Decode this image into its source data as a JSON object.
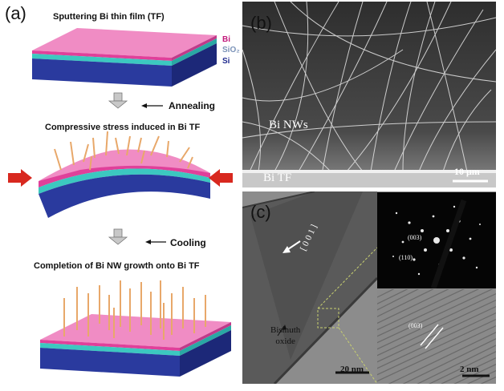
{
  "panel_a": {
    "label": "(a)",
    "step1_title": "Sputtering Bi thin film (TF)",
    "step2_title": "Compressive stress induced  in Bi TF",
    "step3_title": "Completion of Bi NW growth onto Bi TF",
    "layers": {
      "bi": "Bi",
      "sio2": "SiO₂",
      "si": "Si"
    },
    "annealing": "Annealing",
    "cooling": "Cooling",
    "colors": {
      "bi": "#e96bb0",
      "sio2": "#3cc8c0",
      "si": "#2a3a9e",
      "wire": "#e8a86a",
      "arrow": "#d8281f"
    }
  },
  "panel_b": {
    "label": "(b)",
    "nws_label": "Bi  NWs",
    "tf_label": "Bi  TF",
    "scale_bar": "10 μm"
  },
  "panel_c": {
    "label": "(c)",
    "direction": "[ 0 0 1 ]",
    "oxide_line1": "Bismuth",
    "oxide_line2": "oxide",
    "scale_bar_main": "20 nm",
    "scale_bar_inset": "2 nm",
    "saed_index_1": "(003)",
    "saed_index_2": "(110)",
    "hr_index": "(003)"
  }
}
